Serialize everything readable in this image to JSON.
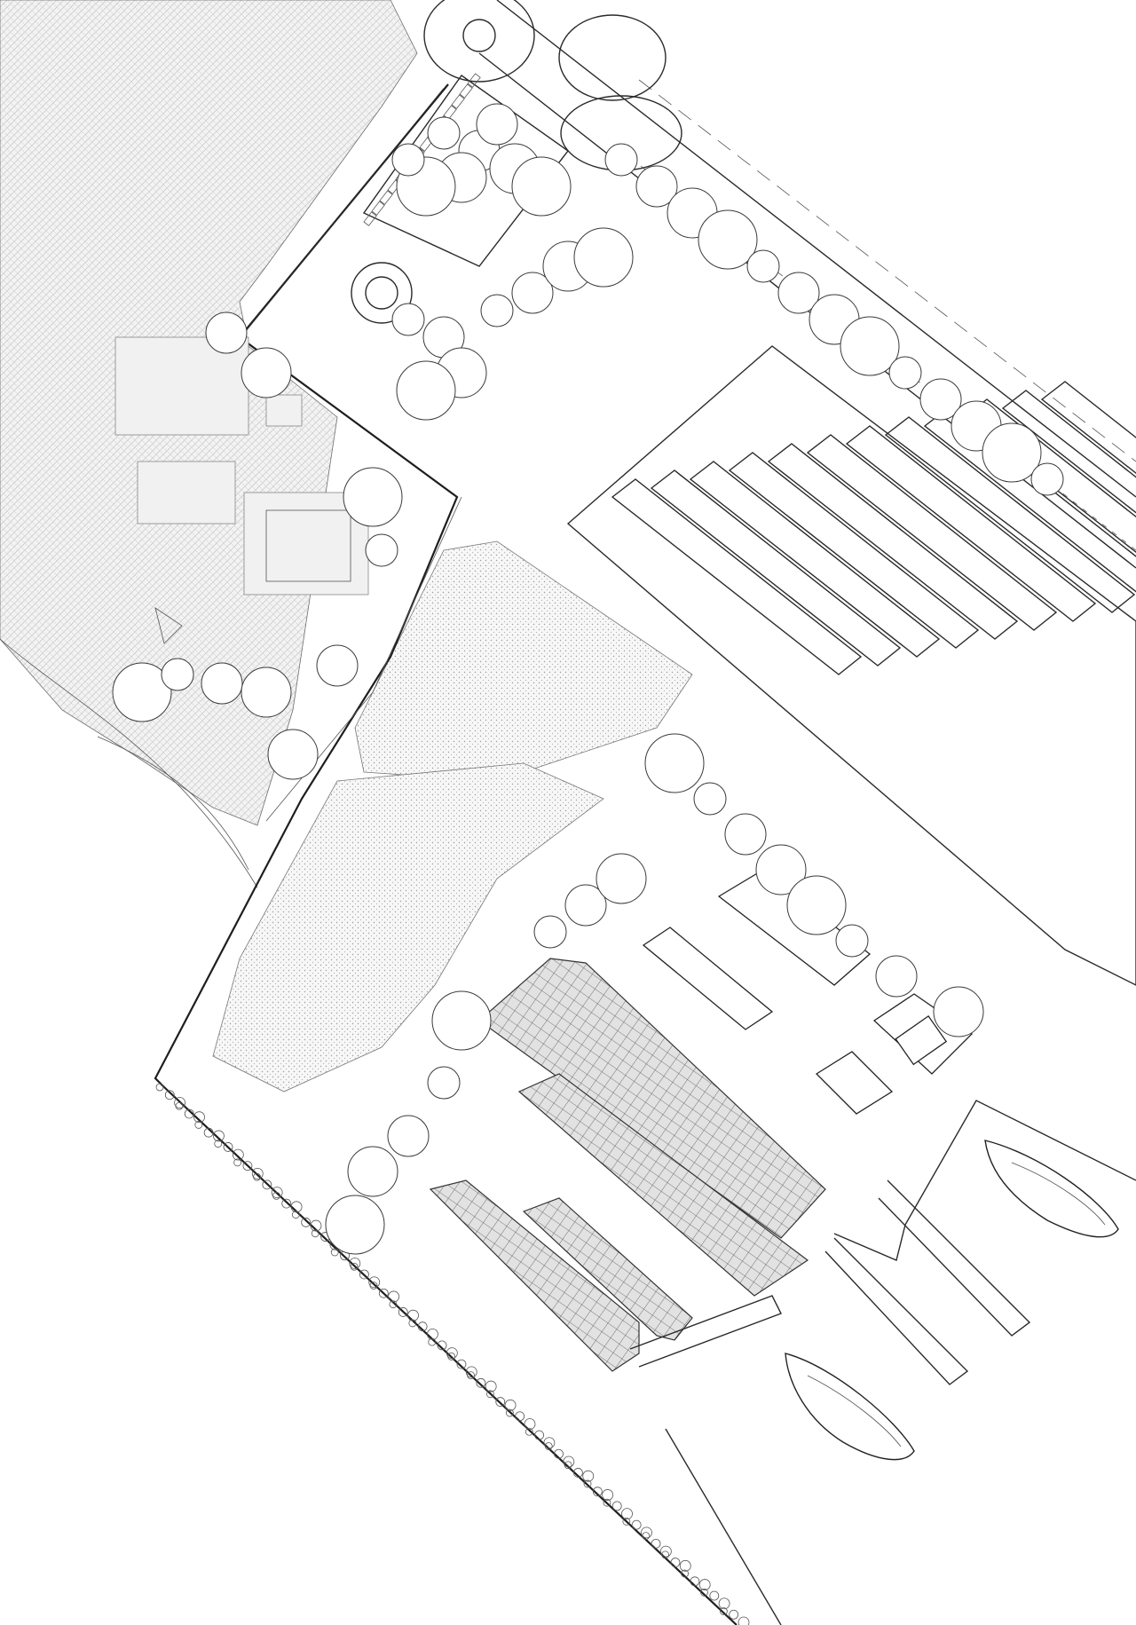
{
  "drawing": {
    "kind": "architectural site plan",
    "style": "monochrome line drawing",
    "labels": []
  },
  "colors": {
    "background": "#ffffff",
    "line": "#2a2a2a",
    "hatch": "#d0d0d0",
    "stipple": "#9a9a9a"
  },
  "zones": [
    {
      "id": "hatched-field",
      "fill": "crosshatch"
    },
    {
      "id": "parking-lot"
    },
    {
      "id": "plantation-beds"
    },
    {
      "id": "stippled-meadow",
      "fill": "stipple"
    },
    {
      "id": "solar-roof-buildings",
      "fill": "grid"
    },
    {
      "id": "harbor-piers"
    },
    {
      "id": "shoreline-rocks"
    }
  ],
  "icons": [
    "tree-icon",
    "boat-icon",
    "roundabout-icon"
  ]
}
